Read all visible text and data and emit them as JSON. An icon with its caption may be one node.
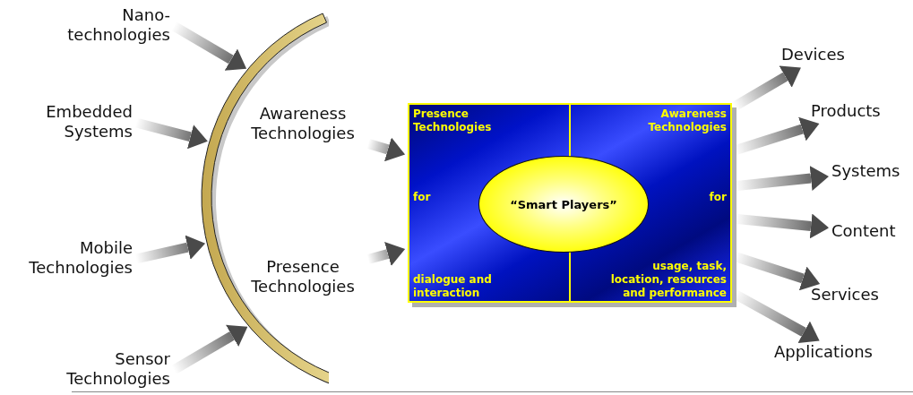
{
  "diagram": {
    "nodes": [
      {
        "text": [
          "Nano- technologies"
        ]
      },
      {
        "text": [
          "Embedded Systems"
        ]
      },
      {
        "text": [
          "Mobile Technologies"
        ]
      },
      {
        "text": [
          "Sensor Technologies"
        ]
      },
      {
        "text": [],
        "shape": "arc"
      },
      {
        "text": [
          "Awareness Technologies"
        ]
      },
      {
        "text": [
          "Presence Technologies"
        ]
      },
      {
        "text": [
          "Presence Technologies",
          "for",
          "dialogue and interaction",
          "Awareness Technologies",
          "for",
          "usage, task, location, resources and performance"
        ]
      },
      {
        "text": [
          "“Smart Players”"
        ],
        "in": 7
      },
      {
        "text": [
          "Devices"
        ]
      },
      {
        "text": [
          "Products"
        ]
      },
      {
        "text": [
          "Systems"
        ]
      },
      {
        "text": [
          "Content"
        ]
      },
      {
        "text": [
          "Services"
        ]
      },
      {
        "text": [
          "Applications"
        ]
      }
    ],
    "edges": [
      {
        "from": 0,
        "to": 4,
        "arrow": "to",
        "style": "thick"
      },
      {
        "from": 1,
        "to": 4,
        "arrow": "to",
        "style": "thick"
      },
      {
        "from": 2,
        "to": 4,
        "arrow": "to",
        "style": "thick"
      },
      {
        "from": 3,
        "to": 4,
        "arrow": "to",
        "style": "thick"
      },
      {
        "from": 5,
        "to": 7,
        "arrow": "to",
        "style": "thick"
      },
      {
        "from": 6,
        "to": 7,
        "arrow": "to",
        "style": "thick"
      },
      {
        "from": 7,
        "to": 9,
        "arrow": "to",
        "style": "thick"
      },
      {
        "from": 7,
        "to": 10,
        "arrow": "to",
        "style": "thick"
      },
      {
        "from": 7,
        "to": 11,
        "arrow": "to",
        "style": "thick"
      },
      {
        "from": 7,
        "to": 12,
        "arrow": "to",
        "style": "thick"
      },
      {
        "from": 7,
        "to": 13,
        "arrow": "to",
        "style": "thick"
      },
      {
        "from": 7,
        "to": 14,
        "arrow": "to",
        "style": "thick"
      }
    ]
  }
}
